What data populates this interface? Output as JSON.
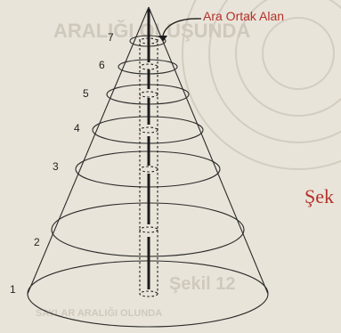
{
  "figure": {
    "callout_label": "Ara Ortak Alan",
    "caption_fragment": "Şek",
    "level_labels": [
      "1",
      "2",
      "3",
      "4",
      "5",
      "6",
      "7"
    ]
  },
  "colors": {
    "background": "#e9e4d9",
    "line": "#2b2b2b",
    "accent": "#b3312a",
    "bleed_through": "#cfc9bd"
  },
  "bleed_through": {
    "text_top": "ARALIĞI OLUŞUNDA",
    "text_bottom": "Şekil 12",
    "text_footer": "SAYLAR ARALIĞI OLUNDA"
  }
}
